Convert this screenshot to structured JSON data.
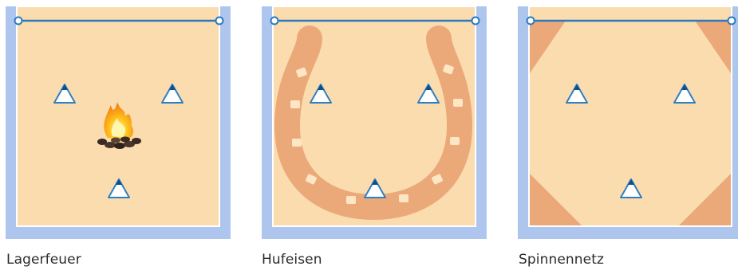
{
  "colors": {
    "frame": "#aec6ee",
    "floor": "#fbdcae",
    "floor_border": "#ffffff",
    "line": "#2b7ac0",
    "shape": "#eba97a",
    "marker_fill": "#ffffff",
    "marker_stroke": "#2f7fc3",
    "marker_tip": "#0d4f8b",
    "text": "#2b2b2b"
  },
  "panels": [
    {
      "caption": "Lagerfeuer",
      "icon": "campfire-icon"
    },
    {
      "caption": "Hufeisen",
      "icon": "horseshoe-icon"
    },
    {
      "caption": "Spinnennetz",
      "icon": "corner-triangles-icon"
    }
  ]
}
